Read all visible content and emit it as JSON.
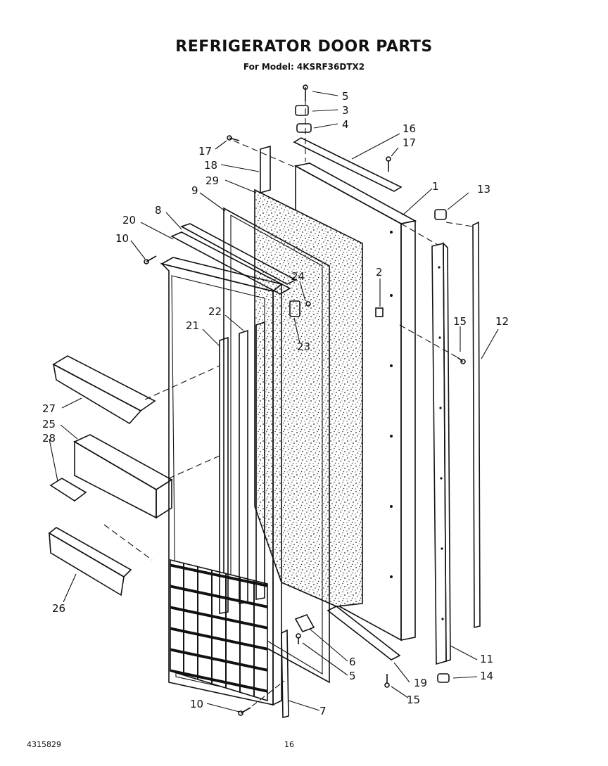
{
  "header": {
    "title": "REFRIGERATOR DOOR PARTS",
    "model_line": "For Model: 4KSRF36DTX2"
  },
  "footer": {
    "doc_number": "4315829",
    "page_number": "16"
  },
  "callouts": {
    "c1": "1",
    "c2": "2",
    "c3": "3",
    "c4": "4",
    "c5a": "5",
    "c5b": "5",
    "c6": "6",
    "c7": "7",
    "c8": "8",
    "c9": "9",
    "c10a": "10",
    "c10b": "10",
    "c11": "11",
    "c12": "12",
    "c13": "13",
    "c14": "14",
    "c15a": "15",
    "c15b": "15",
    "c16": "16",
    "c17a": "17",
    "c17b": "17",
    "c18": "18",
    "c19": "19",
    "c20": "20",
    "c21": "21",
    "c22": "22",
    "c23": "23",
    "c24": "24",
    "c25": "25",
    "c26": "26",
    "c27": "27",
    "c28": "28",
    "c29": "29"
  }
}
